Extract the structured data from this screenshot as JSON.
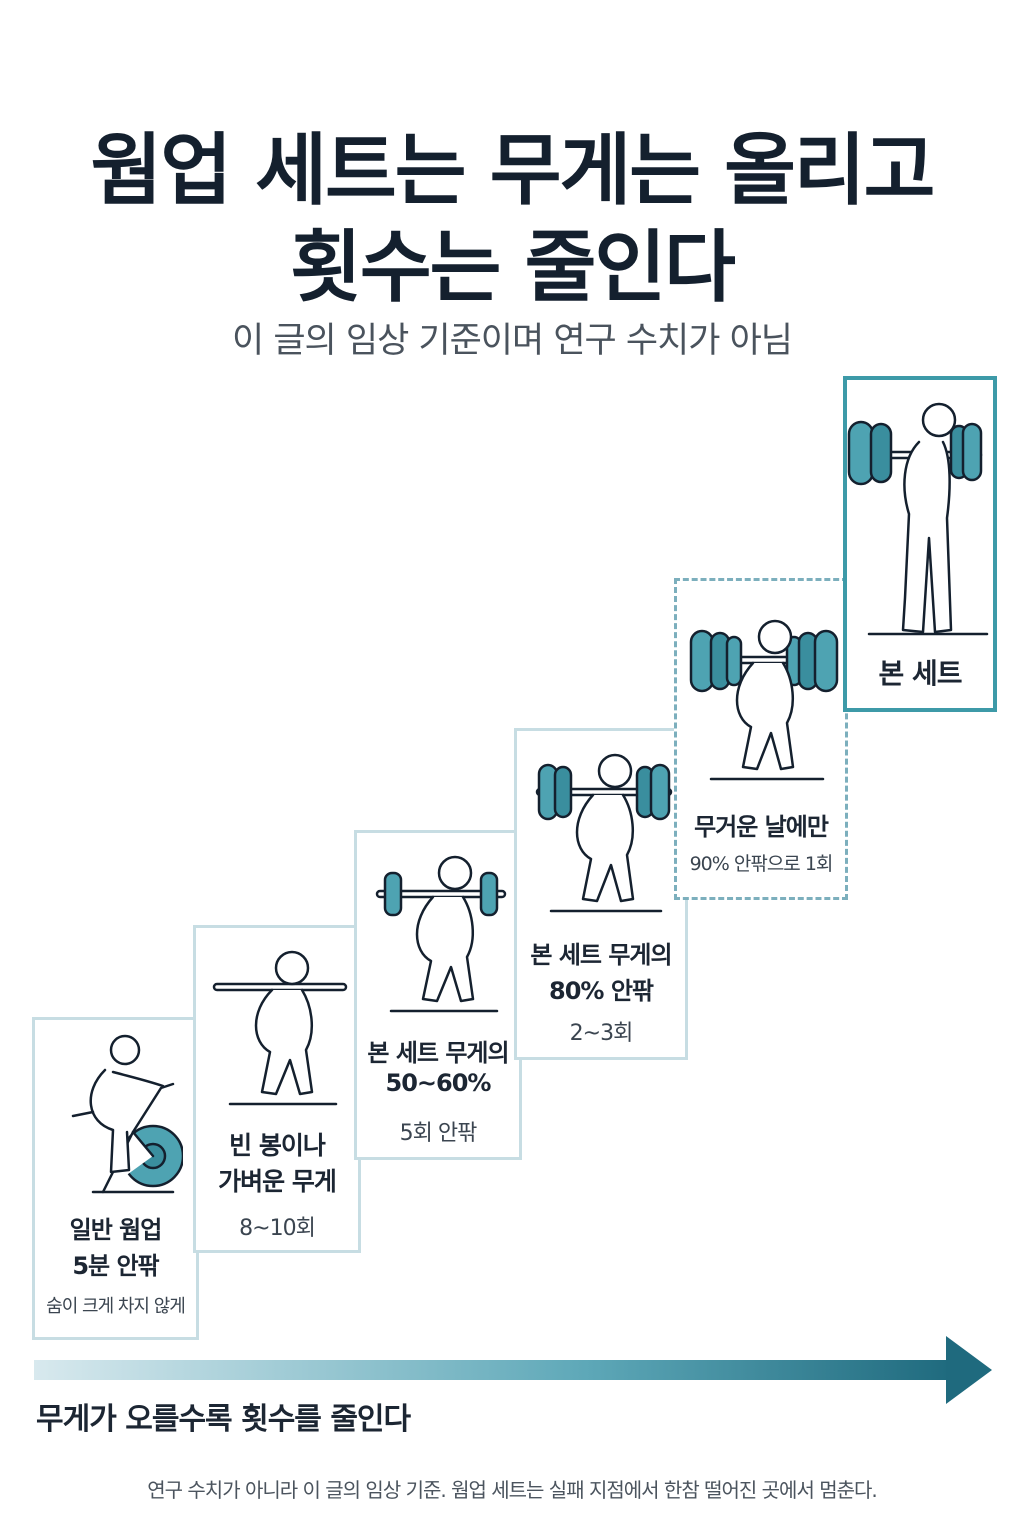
{
  "title_line1": "웜업 세트는 무게는 올리고",
  "title_line2": "횟수는 줄인다",
  "subtitle": "이 글의 임상 기준이며 연구 수치가 아님",
  "steps": [
    {
      "label1": "일반 웜업",
      "label2": "5분 안팎",
      "note": "숨이 크게 차지 않게"
    },
    {
      "label1": "빈 봉이나",
      "label2": "가벼운 무게",
      "note": "8~10회"
    },
    {
      "label1": "본 세트 무게의",
      "label2": "50~60%",
      "note": "5회 안팎"
    },
    {
      "label1": "본 세트 무게의",
      "label2": "80% 안팎",
      "note": "2~3회"
    },
    {
      "label1": "무거운 날에만",
      "label2": "90% 안팎으로 1회"
    },
    {
      "label1": "본 세트"
    }
  ],
  "arrow_label": "무게가 오를수록 횟수를 줄인다",
  "footer": "연구 수치가 아니라 이 글의 임상 기준. 웜업 세트는 실패 지점에서 한참 떨어진 곳에서 멈춘다.",
  "colors": {
    "teal": "#3d9aa8",
    "teal_dark": "#1f6a7e",
    "navy": "#14202e",
    "border_light": "#c7dde3"
  }
}
